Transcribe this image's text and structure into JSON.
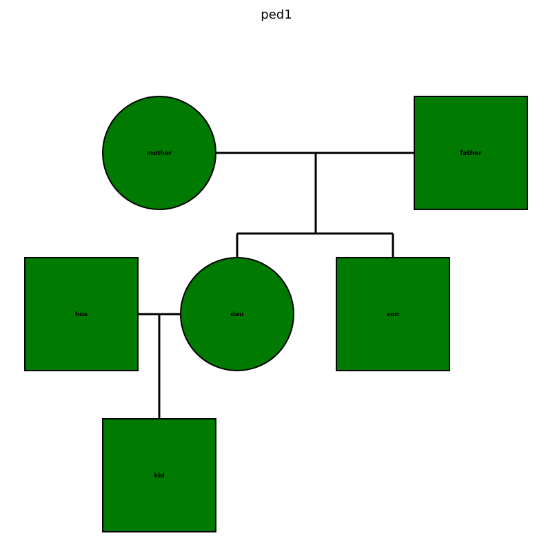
{
  "title": "ped1",
  "node_fill": "#007a00",
  "line_color": "#000000",
  "individuals": [
    {
      "id": "mother",
      "label": "mother",
      "sex": "female"
    },
    {
      "id": "father",
      "label": "father",
      "sex": "male"
    },
    {
      "id": "hus",
      "label": "hus",
      "sex": "male"
    },
    {
      "id": "dau",
      "label": "dau",
      "sex": "female"
    },
    {
      "id": "son",
      "label": "son",
      "sex": "male"
    },
    {
      "id": "kid",
      "label": "kid",
      "sex": "male"
    }
  ],
  "unions": [
    {
      "partners": [
        "mother",
        "father"
      ],
      "children": [
        "dau",
        "son"
      ]
    },
    {
      "partners": [
        "hus",
        "dau"
      ],
      "children": [
        "kid"
      ]
    }
  ]
}
